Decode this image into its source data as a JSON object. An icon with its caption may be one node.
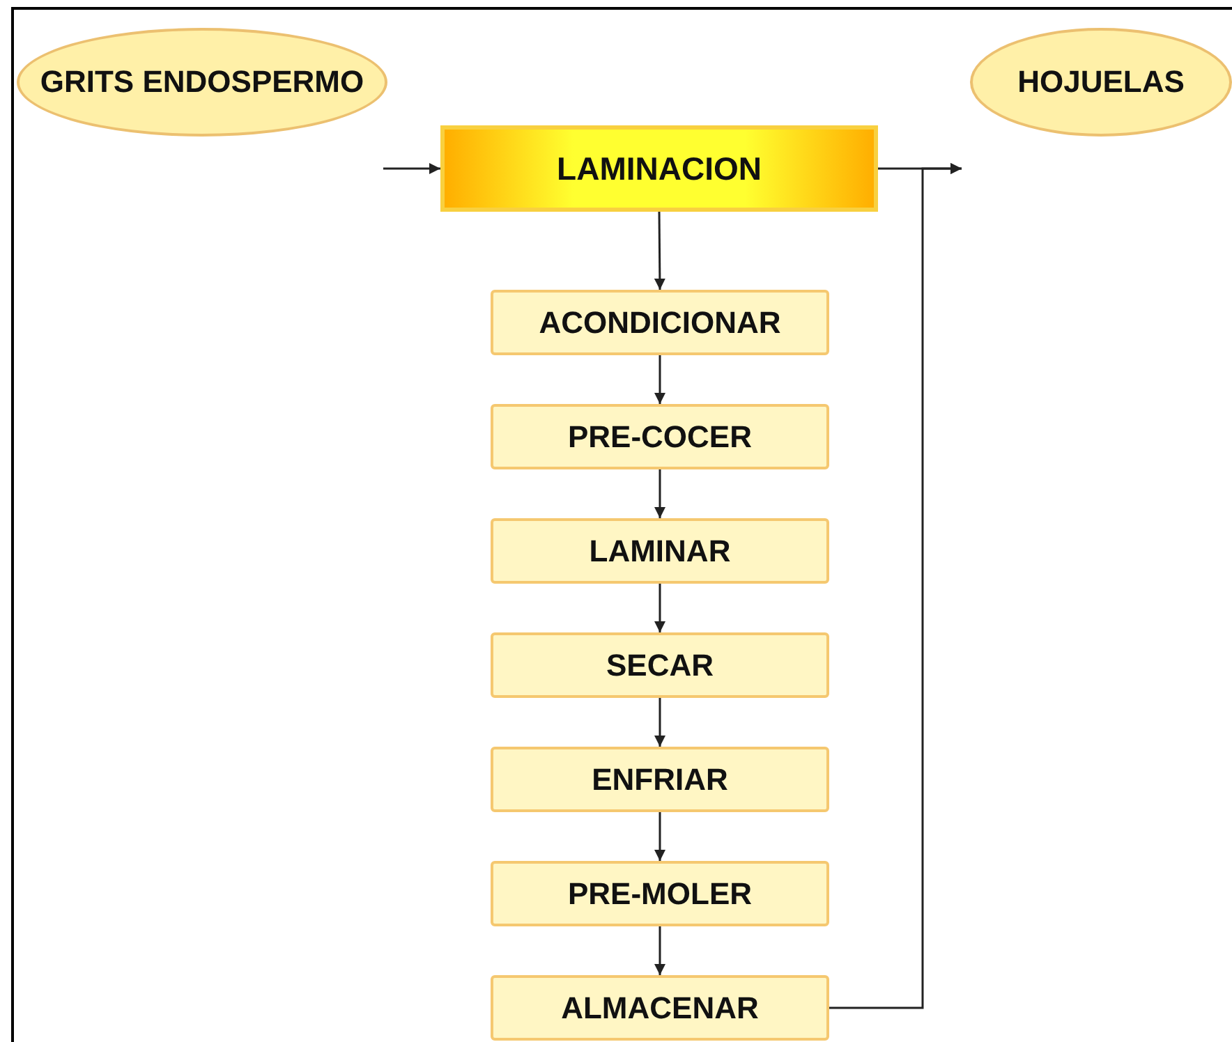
{
  "diagram": {
    "nodes": [
      {
        "text": [
          "GRITS ENDOSPERMO"
        ]
      },
      {
        "text": [
          "HOJUELAS"
        ]
      },
      {
        "text": [
          "LAMINACION"
        ]
      },
      {
        "text": [
          "ACONDICIONAR"
        ]
      },
      {
        "text": [
          "PRE-COCER"
        ]
      },
      {
        "text": [
          "LAMINAR"
        ]
      },
      {
        "text": [
          "SECAR"
        ]
      },
      {
        "text": [
          "ENFRIAR"
        ]
      },
      {
        "text": [
          "PRE-MOLER"
        ]
      },
      {
        "text": [
          "ALMACENAR"
        ]
      }
    ],
    "edges": [
      {
        "from": null,
        "to": 2,
        "arrow": "to"
      },
      {
        "from": 2,
        "to": 1,
        "arrow": "to"
      },
      {
        "from": 2,
        "to": 3,
        "arrow": "to"
      },
      {
        "from": 3,
        "to": 4,
        "arrow": "to"
      },
      {
        "from": 4,
        "to": 5,
        "arrow": "to"
      },
      {
        "from": 5,
        "to": 6,
        "arrow": "to"
      },
      {
        "from": 6,
        "to": 7,
        "arrow": "to"
      },
      {
        "from": 7,
        "to": 8,
        "arrow": "to"
      },
      {
        "from": 8,
        "to": 9,
        "arrow": "to"
      },
      {
        "from": 9,
        "to": 1,
        "arrow": "to"
      }
    ]
  }
}
